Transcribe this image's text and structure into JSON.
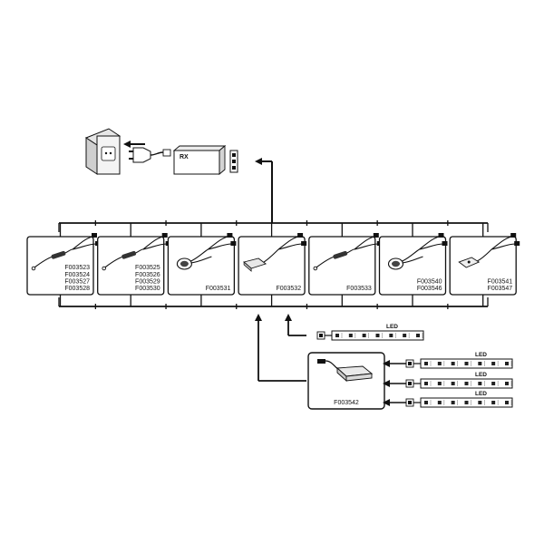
{
  "power_supply": {
    "label": "RX"
  },
  "modules": [
    {
      "codes": [
        "F003523",
        "F003524",
        "F003527",
        "F003528"
      ],
      "icon": "inline-switch-cable-icon"
    },
    {
      "codes": [
        "F003525",
        "F003526",
        "F003529",
        "F003530"
      ],
      "icon": "inline-switch-cable-icon"
    },
    {
      "codes": [
        "F003531"
      ],
      "icon": "round-recessed-switch-icon"
    },
    {
      "codes": [
        "F003532"
      ],
      "icon": "flat-sensor-switch-icon"
    },
    {
      "codes": [
        "F003533"
      ],
      "icon": "inline-switch-cable-icon"
    },
    {
      "codes": [
        "F003540",
        "F003546"
      ],
      "icon": "round-recessed-switch-icon"
    },
    {
      "codes": [
        "F003541",
        "F003547"
      ],
      "icon": "plate-switch-icon"
    }
  ],
  "distributor": {
    "code": "F003542"
  },
  "led_strips": [
    {
      "label": "LED"
    },
    {
      "label": "LED"
    },
    {
      "label": "LED"
    },
    {
      "label": "LED"
    }
  ]
}
